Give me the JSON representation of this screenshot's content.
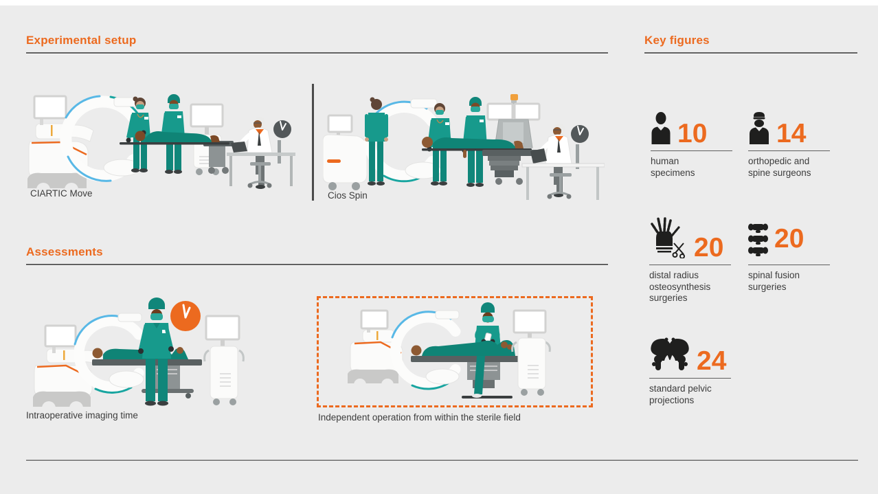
{
  "meta": {
    "background_color": "#ececec",
    "accent_orange": "#ec6a1f",
    "text_color": "#3c3c3c",
    "teal_scrubs": "#179a8c",
    "arc_blue": "#58b8e6",
    "icon_color": "#1f1f1e"
  },
  "sections": {
    "experimental_setup": {
      "title": "Experimental setup",
      "scenes": [
        {
          "name": "ciartic-move-scene",
          "label": "CIARTIC Move"
        },
        {
          "name": "cios-spin-scene",
          "label": "Cios Spin"
        }
      ]
    },
    "assessments": {
      "title": "Assessments",
      "scenes": [
        {
          "name": "imaging-time-scene",
          "label": "Intraoperative imaging time"
        },
        {
          "name": "sterile-field-scene",
          "label": "Independent operation from within the sterile field",
          "highlighted": true
        }
      ]
    },
    "key_figures": {
      "title": "Key figures",
      "items": [
        {
          "icon": "human-specimen-icon",
          "value": "10",
          "label": "human\nspecimens"
        },
        {
          "icon": "surgeon-icon",
          "value": "14",
          "label": "orthopedic and\nspine surgeons"
        },
        {
          "icon": "skeletal-hand-scissors-icon",
          "value": "20",
          "label": "distal radius\nosteosynthesis\nsurgeries"
        },
        {
          "icon": "spine-vertebrae-icon",
          "value": "20",
          "label": "spinal fusion\nsurgeries"
        },
        {
          "icon": "pelvis-icon",
          "value": "24",
          "label": "standard pelvic\nprojections"
        }
      ]
    }
  }
}
